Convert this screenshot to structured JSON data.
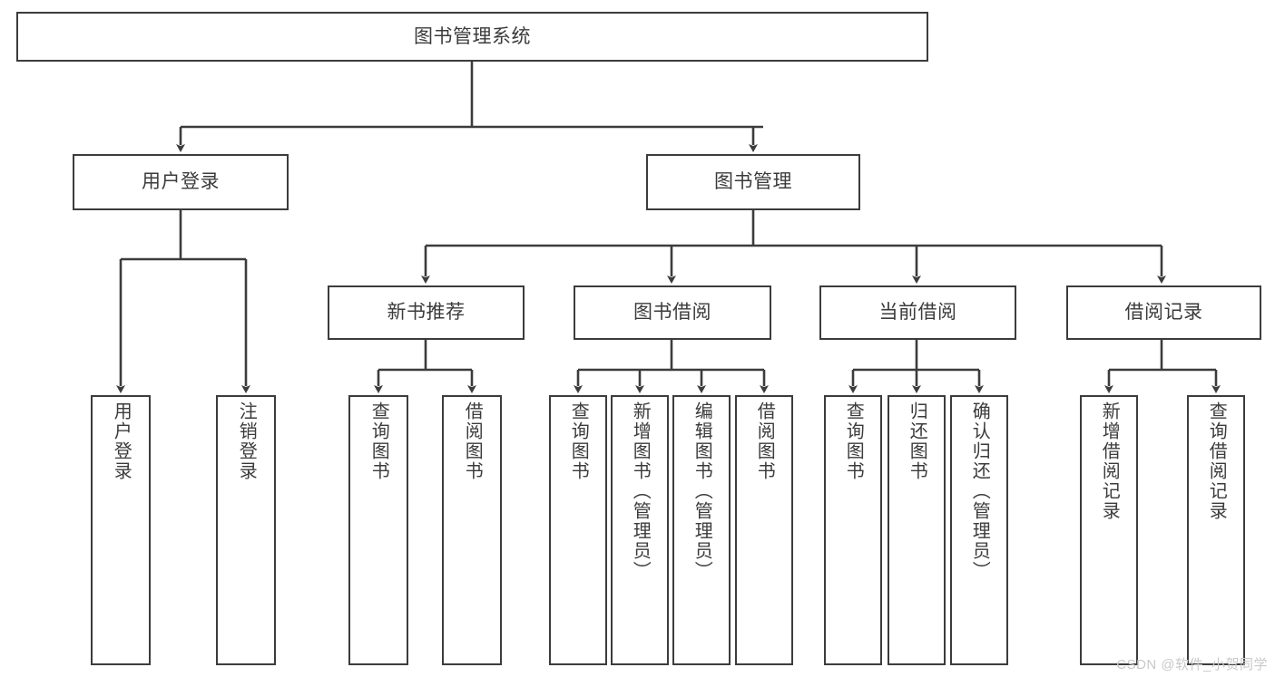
{
  "diagram": {
    "title": "图书管理系统",
    "colors": {
      "box_border": "#3c3c3c",
      "box_fill": "#ffffff",
      "connector": "#3c3c3c",
      "text": "#3b3b3b",
      "watermark": "#c9c9c9"
    },
    "root": {
      "label": "图书管理系统"
    },
    "level1": [
      {
        "label": "用户登录"
      },
      {
        "label": "图书管理"
      }
    ],
    "level2": [
      {
        "label": "新书推荐"
      },
      {
        "label": "图书借阅"
      },
      {
        "label": "当前借阅"
      },
      {
        "label": "借阅记录"
      }
    ],
    "leaves": {
      "user_login": [
        {
          "label": "用户登录"
        },
        {
          "label": "注销登录"
        }
      ],
      "new_book_recommend": [
        {
          "label": "查询图书"
        },
        {
          "label": "借阅图书"
        }
      ],
      "book_borrow": [
        {
          "label": "查询图书"
        },
        {
          "label": "新增图书（管理员）"
        },
        {
          "label": "编辑图书（管理员）"
        },
        {
          "label": "借阅图书"
        }
      ],
      "current_borrow": [
        {
          "label": "查询图书"
        },
        {
          "label": "归还图书"
        },
        {
          "label": "确认归还（管理员）"
        }
      ],
      "borrow_record": [
        {
          "label": "新增借阅记录"
        },
        {
          "label": "查询借阅记录"
        }
      ]
    },
    "watermark": "CSDN @软件_小贺同学"
  }
}
